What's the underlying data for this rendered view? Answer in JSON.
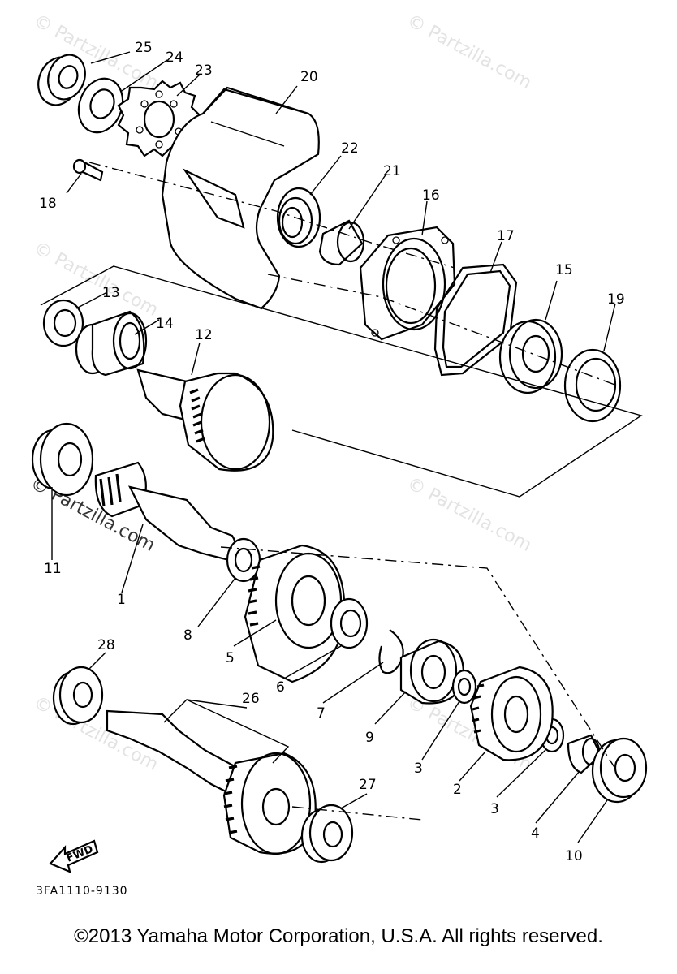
{
  "watermarks": [
    "© Partzilla.com",
    "© Partzilla.com",
    "© Partzilla.com",
    "© Partzilla.com",
    "© Partzilla.com",
    "© Partzilla.com",
    "© Partzilla.com"
  ],
  "callouts": [
    "1",
    "2",
    "3",
    "3",
    "4",
    "5",
    "6",
    "7",
    "8",
    "9",
    "10",
    "11",
    "12",
    "13",
    "14",
    "15",
    "16",
    "17",
    "18",
    "19",
    "20",
    "21",
    "22",
    "23",
    "24",
    "25",
    "26",
    "27",
    "28"
  ],
  "fwd_label": "FWD",
  "diagram_code": "3FA1110-9130",
  "copyright": "©2013  Yamaha Motor Corporation, U.S.A. All rights reserved."
}
